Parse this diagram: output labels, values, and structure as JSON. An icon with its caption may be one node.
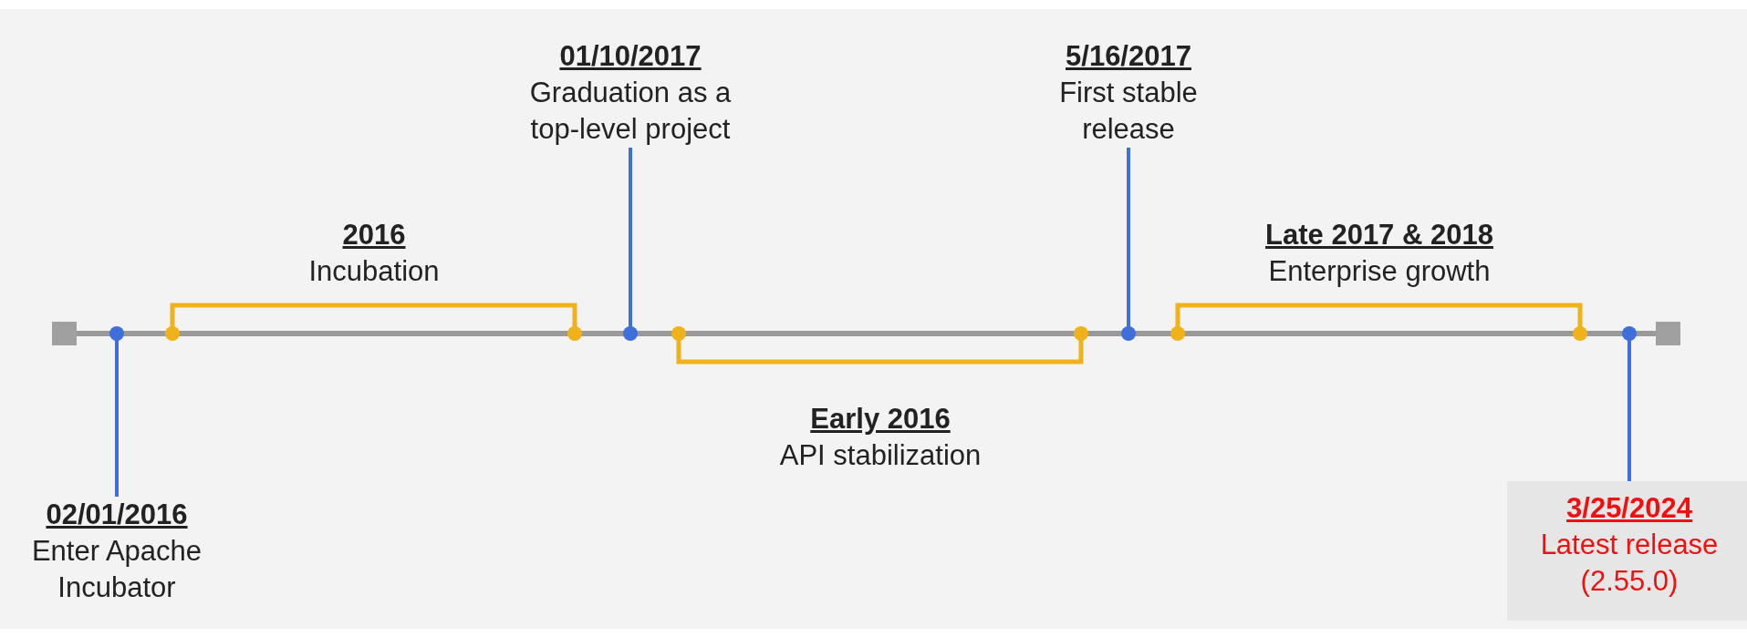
{
  "diagram": {
    "nodes": [
      {
        "text": [
          "02/01/2016",
          "Enter Apache Incubator"
        ]
      },
      {
        "text": [
          "01/10/2017",
          "Graduation as a top-level project"
        ]
      },
      {
        "text": [
          "5/16/2017",
          "First stable release"
        ]
      },
      {
        "text": [
          "3/25/2024",
          "Latest release (2.55.0)"
        ]
      }
    ],
    "edges": [
      {
        "from": 0,
        "to": null,
        "arrow": "other"
      },
      {
        "from": 1,
        "to": null,
        "arrow": "other"
      },
      {
        "from": 2,
        "to": null,
        "arrow": "other"
      },
      {
        "from": 3,
        "to": null,
        "arrow": "other"
      }
    ],
    "labels": [
      "2016",
      "Incubation",
      "Early 2016",
      "API stabilization",
      "Late 2017 & 2018",
      "Enterprise growth"
    ]
  }
}
